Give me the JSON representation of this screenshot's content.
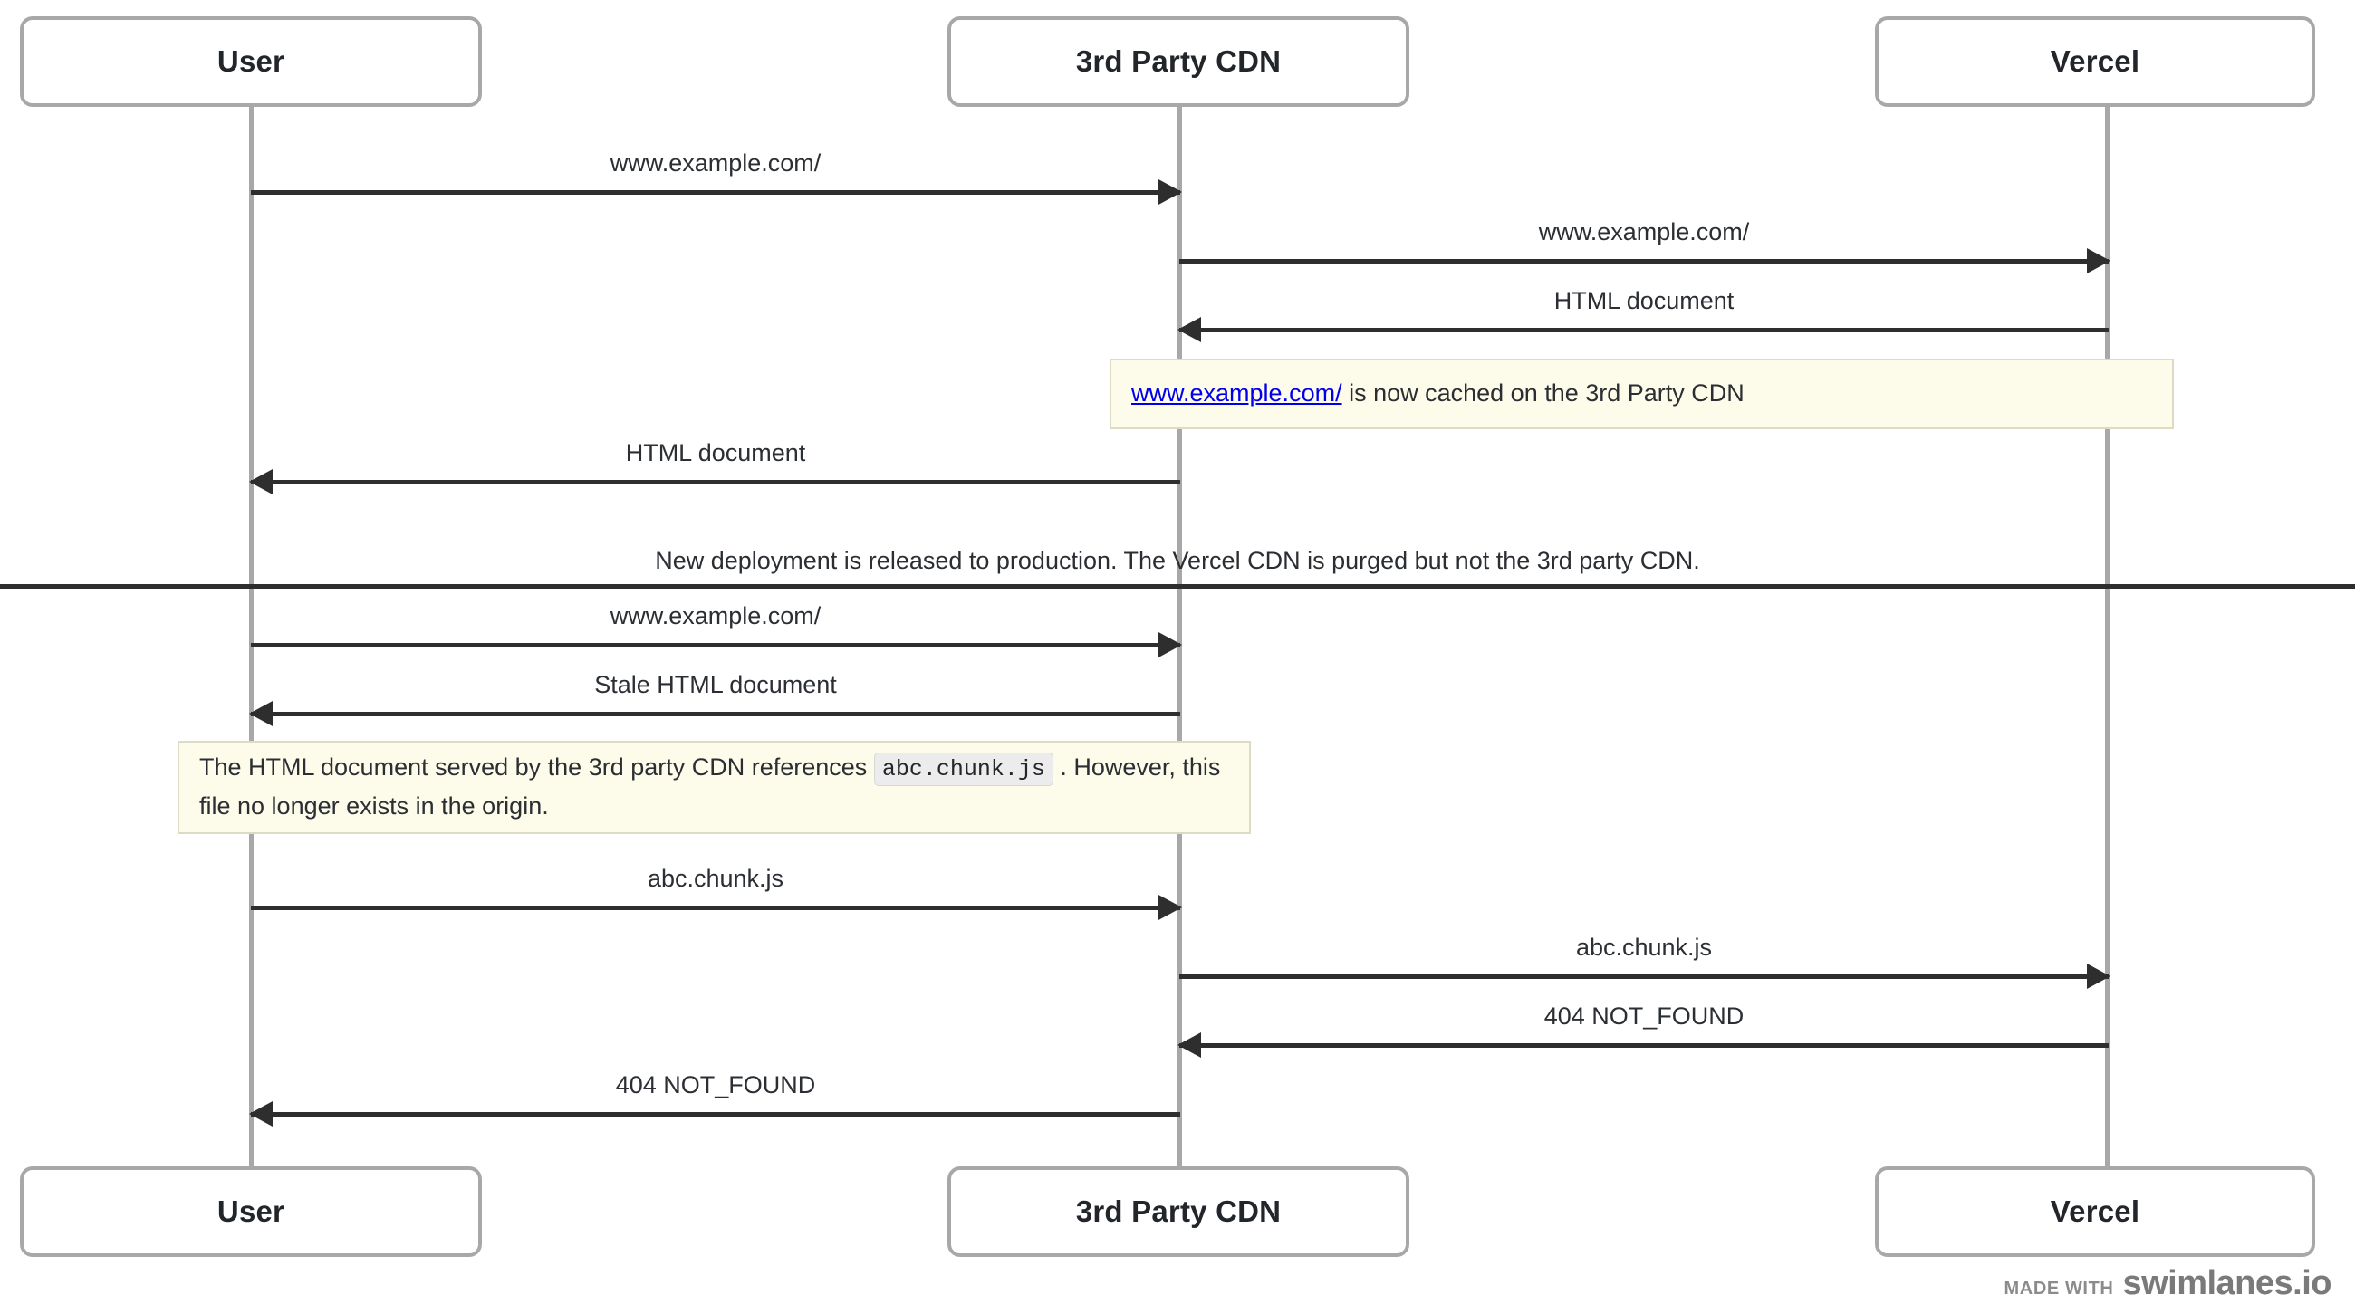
{
  "diagram": {
    "type": "sequence-diagram",
    "title": "",
    "colors": {
      "actor_border": "#a8a8a8",
      "lifeline": "#a8a8a8",
      "arrow": "#2e2e2e",
      "note_background": "#fdfbe9",
      "note_border": "#dedbc4",
      "link": "#0000ee",
      "text": "#2b2f33",
      "watermark": "#7a7a7a"
    },
    "actors": [
      {
        "id": "user",
        "label": "User"
      },
      {
        "id": "cdn",
        "label": "3rd Party CDN"
      },
      {
        "id": "vercel",
        "label": "Vercel"
      }
    ],
    "messages": [
      {
        "id": "m1",
        "label": "www.example.com/",
        "from": "user",
        "to": "cdn",
        "direction": "right"
      },
      {
        "id": "m2",
        "label": "www.example.com/",
        "from": "cdn",
        "to": "vercel",
        "direction": "right"
      },
      {
        "id": "m3",
        "label": "HTML document",
        "from": "vercel",
        "to": "cdn",
        "direction": "left"
      },
      {
        "id": "m4",
        "label": "HTML document",
        "from": "cdn",
        "to": "user",
        "direction": "left"
      },
      {
        "id": "m5",
        "label": "www.example.com/",
        "from": "user",
        "to": "cdn",
        "direction": "right"
      },
      {
        "id": "m6",
        "label": "Stale HTML document",
        "from": "cdn",
        "to": "user",
        "direction": "left"
      },
      {
        "id": "m7",
        "label": "abc.chunk.js",
        "from": "user",
        "to": "cdn",
        "direction": "right"
      },
      {
        "id": "m8",
        "label": "abc.chunk.js",
        "from": "cdn",
        "to": "vercel",
        "direction": "right"
      },
      {
        "id": "m9",
        "label": "404 NOT_FOUND",
        "from": "vercel",
        "to": "cdn",
        "direction": "left"
      },
      {
        "id": "m10",
        "label": "404 NOT_FOUND",
        "from": "cdn",
        "to": "user",
        "direction": "left"
      }
    ],
    "notes": [
      {
        "id": "note1",
        "link_text": "www.example.com/",
        "text_after": " is now cached on the 3rd Party CDN"
      },
      {
        "id": "note2",
        "text_before": "The HTML document served by the 3rd party CDN references ",
        "code": "abc.chunk.js",
        "text_after": " . However, this file no longer exists in the origin."
      }
    ],
    "divider": {
      "label": "New deployment is released to production. The Vercel CDN is purged but not the 3rd party CDN."
    },
    "watermark": {
      "made_with": "MADE WITH",
      "brand": "swimlanes.io"
    }
  }
}
